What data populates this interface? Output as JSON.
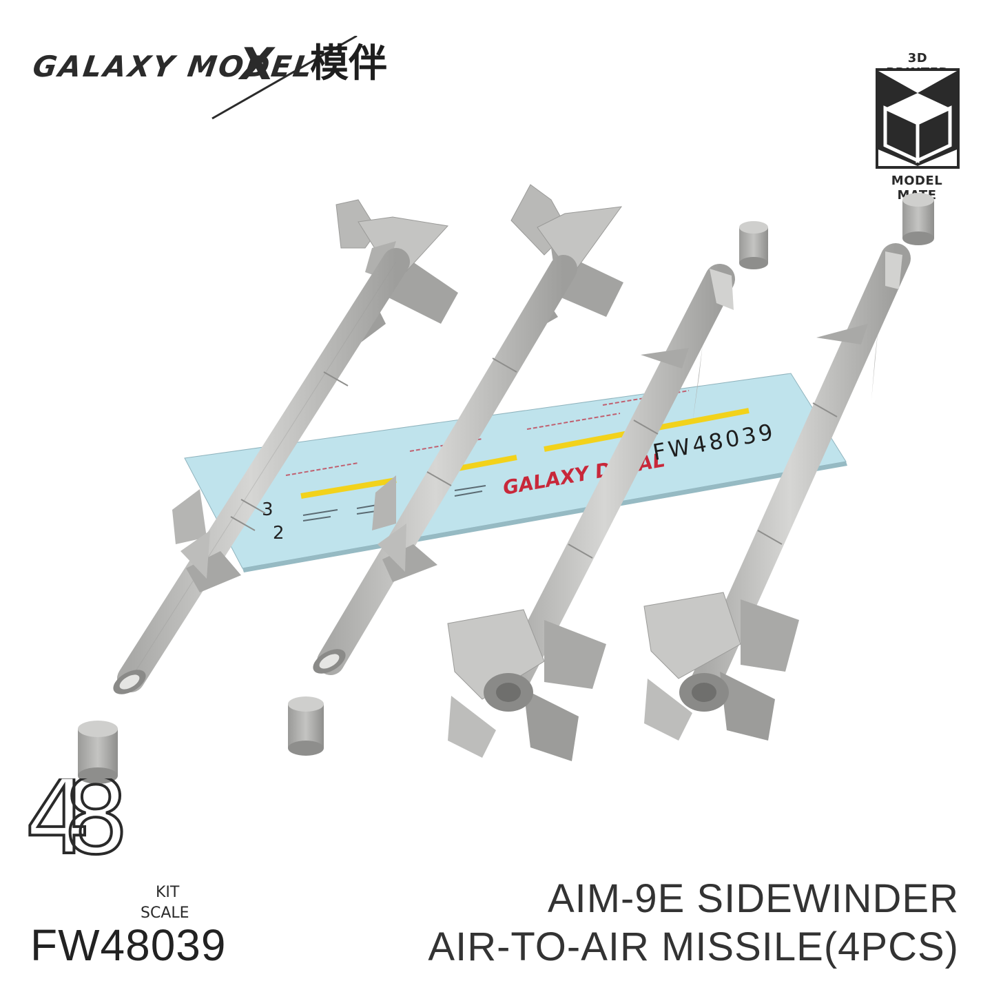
{
  "brand": {
    "name": "GALAXY MODEL",
    "x_mark": "X",
    "chinese": "模伴"
  },
  "badge": {
    "top_label": "3D PRINTED",
    "bottom_label": "MODEL MATE",
    "icon": "cube-icon"
  },
  "decal_sheet": {
    "code": "FW48039",
    "brand": "GALAXY DECAL",
    "numbers": [
      "3",
      "2"
    ],
    "colors": {
      "sheet": "#bfe3ec",
      "stripe": "#f2d21b",
      "brand_text": "#c8283a"
    }
  },
  "scale": {
    "number": "48",
    "kit_label": "KIT",
    "scale_label": "SCALE"
  },
  "product": {
    "code": "FW48039",
    "title_line1": "AIM-9E SIDEWINDER",
    "title_line2": "AIR-TO-AIR MISSILE(4PCS)"
  },
  "colors": {
    "missile": "#c9c9c7",
    "missile_shade": "#a8a8a6",
    "text": "#2a2a2a"
  }
}
